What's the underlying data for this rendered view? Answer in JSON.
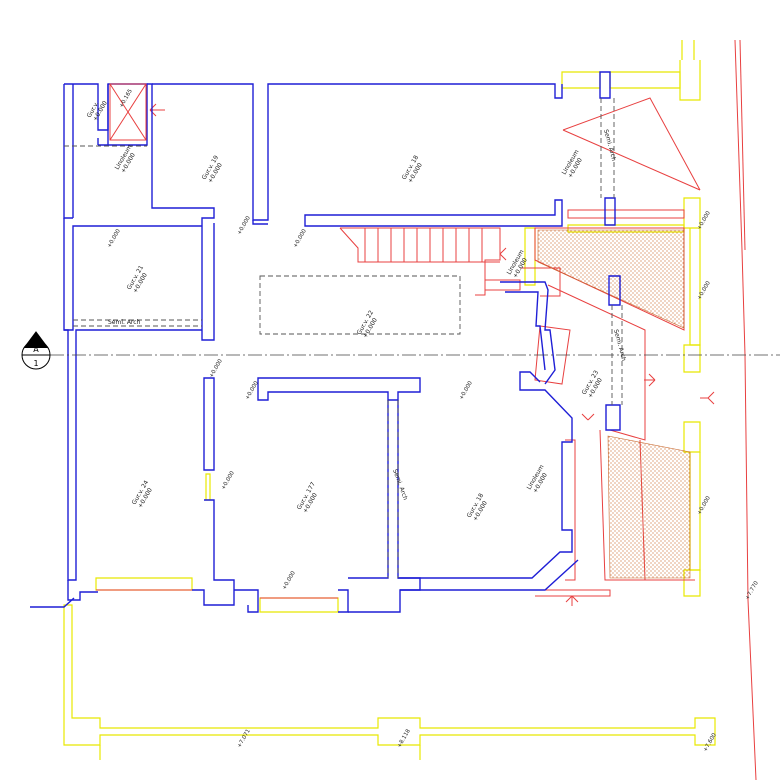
{
  "section_marker": {
    "letter": "A",
    "number": "1"
  },
  "room_labels": [
    {
      "id": "room-top-left-small-1",
      "lines": [
        "Gur.v.",
        "+0.000"
      ]
    },
    {
      "id": "room-top-left-small-2",
      "lines": [
        "Linoleum",
        "+0.000"
      ]
    },
    {
      "id": "room-top-center-left",
      "lines": [
        "Gur.v. 19",
        "+0.000"
      ]
    },
    {
      "id": "room-top-center",
      "lines": [
        "Gur.v. 18",
        "+0.000"
      ]
    },
    {
      "id": "room-top-right",
      "lines": [
        "Linoleum",
        "+0.000"
      ]
    },
    {
      "id": "room-left-middle",
      "lines": [
        "Gur.v. 21",
        "+0.000"
      ]
    },
    {
      "id": "room-center",
      "lines": [
        "Gur.v. 22",
        "+0.000"
      ]
    },
    {
      "id": "room-lower-left",
      "lines": [
        "Gur.v. 24",
        "+0.000"
      ]
    },
    {
      "id": "room-lower-center",
      "lines": [
        "Gur.v. 177",
        "+0.000"
      ]
    },
    {
      "id": "room-lower-right",
      "lines": [
        "Gur.v. 18",
        "+0.000"
      ]
    },
    {
      "id": "room-right-vertical",
      "lines": [
        "Gur.v. 23",
        "+0.000"
      ]
    },
    {
      "id": "room-right-mid",
      "lines": [
        "Linoleum",
        "+0.000"
      ]
    },
    {
      "id": "room-right-lower",
      "lines": [
        "Linoleum",
        "+0.000"
      ]
    }
  ],
  "arch_labels": [
    {
      "id": "arch-left",
      "text": "Semi. Arch"
    },
    {
      "id": "arch-center",
      "text": "Semi. Arch"
    },
    {
      "id": "arch-right",
      "text": "Semi. Arch"
    },
    {
      "id": "arch-top-right",
      "text": "Semi. Arch"
    }
  ],
  "elevations": [
    "+0.165",
    "+0.000",
    "+0.000",
    "+0.000",
    "+0.000",
    "+0.000",
    "+0.000",
    "+0.000",
    "+0.000",
    "+0.000",
    "+0.000",
    "+0.000",
    "+7.071",
    "+8.118",
    "+7.600",
    "+7.770"
  ],
  "colors": {
    "walls": "#1f1fd6",
    "outline": "#e8e800",
    "red": "#e84040",
    "hatch": "#c96a30",
    "axis": "#444444",
    "dashed": "#555555"
  }
}
